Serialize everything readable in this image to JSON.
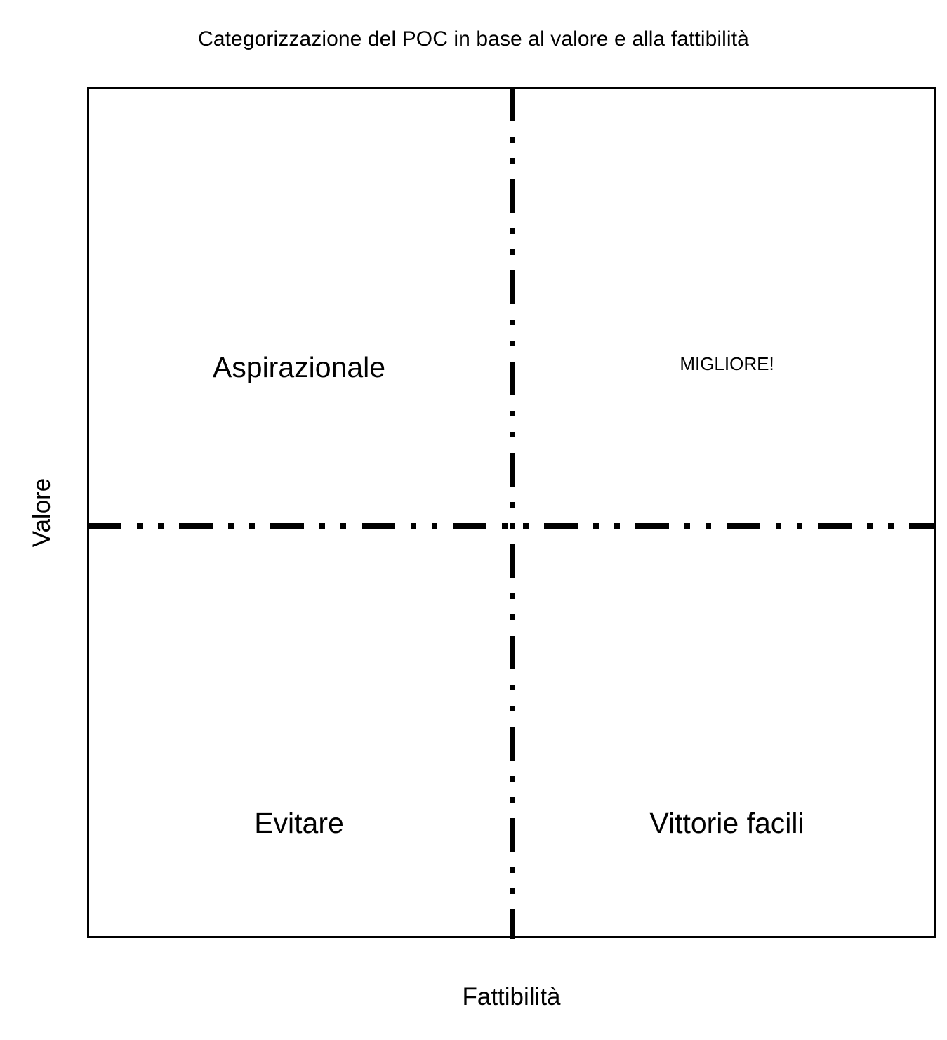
{
  "chart_data": {
    "type": "scatter",
    "subtype": "2x2-quadrant-matrix",
    "title": "Categorizzazione del POC in base al valore e alla fattibilità",
    "xlabel": "Fattibilità",
    "ylabel": "Valore",
    "grid": false,
    "legend": null,
    "axis_ticks": {
      "x": [],
      "y": []
    },
    "xlim": [
      0,
      1
    ],
    "ylim": [
      0,
      1
    ],
    "divider_lines": [
      {
        "name": "vertical-divider",
        "orientation": "vertical",
        "position": 0.5,
        "style": "dash-dot-dot",
        "color": "#000000"
      },
      {
        "name": "horizontal-divider",
        "orientation": "horizontal",
        "position": 0.5,
        "style": "dash-dot-dot",
        "color": "#000000"
      }
    ],
    "quadrants": [
      {
        "key": "top_left",
        "label": "Aspirazionale",
        "x_level": "bassa",
        "y_level": "alto",
        "emphasis": "normal"
      },
      {
        "key": "top_right",
        "label": "MIGLIORE!",
        "x_level": "alta",
        "y_level": "alto",
        "emphasis": "uppercase-small"
      },
      {
        "key": "bottom_left",
        "label": "Evitare",
        "x_level": "bassa",
        "y_level": "basso",
        "emphasis": "normal"
      },
      {
        "key": "bottom_right",
        "label": "Vittorie facili",
        "x_level": "alta",
        "y_level": "basso",
        "emphasis": "normal"
      }
    ],
    "values": [],
    "categories": [
      "Aspirazionale",
      "MIGLIORE!",
      "Evitare",
      "Vittorie facili"
    ],
    "colors": {
      "background": "#ffffff",
      "frame": "#000000",
      "text": "#000000",
      "divider": "#000000"
    }
  },
  "figure": {
    "title": "Categorizzazione del POC in base al valore e alla fattibilità",
    "quadrant_top_left": "Aspirazionale",
    "quadrant_top_right": "MIGLIORE!",
    "quadrant_bottom_left": "Evitare",
    "quadrant_bottom_right": "Vittorie facili",
    "axis_y_label": "Valore",
    "axis_x_label": "Fattibilità"
  }
}
